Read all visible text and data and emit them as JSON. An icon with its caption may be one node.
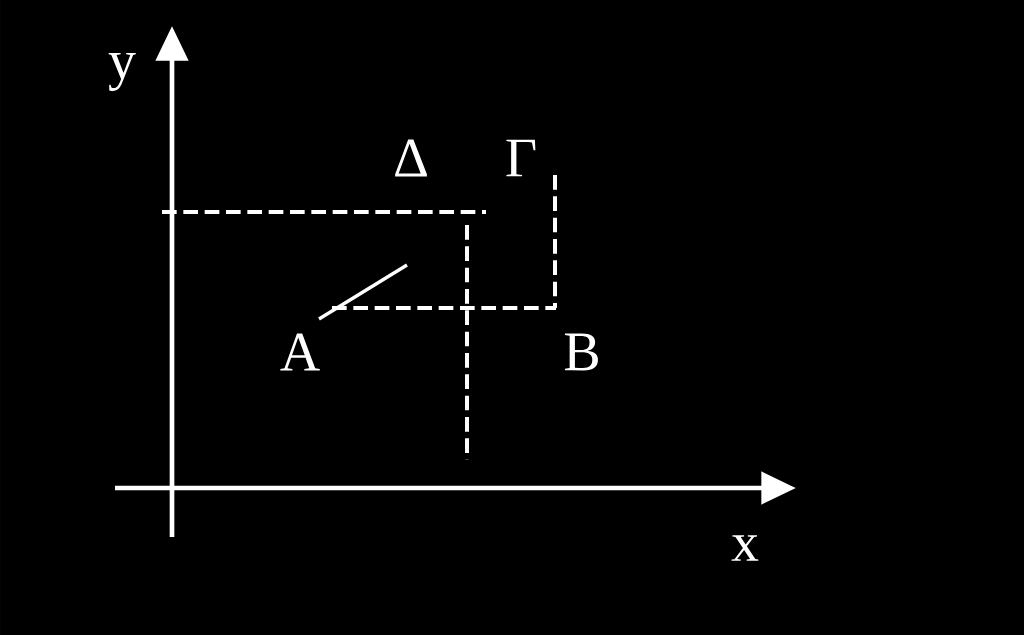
{
  "diagram": {
    "labels": [
      "y",
      "Δ",
      "Γ",
      "A",
      "B",
      "x"
    ]
  }
}
